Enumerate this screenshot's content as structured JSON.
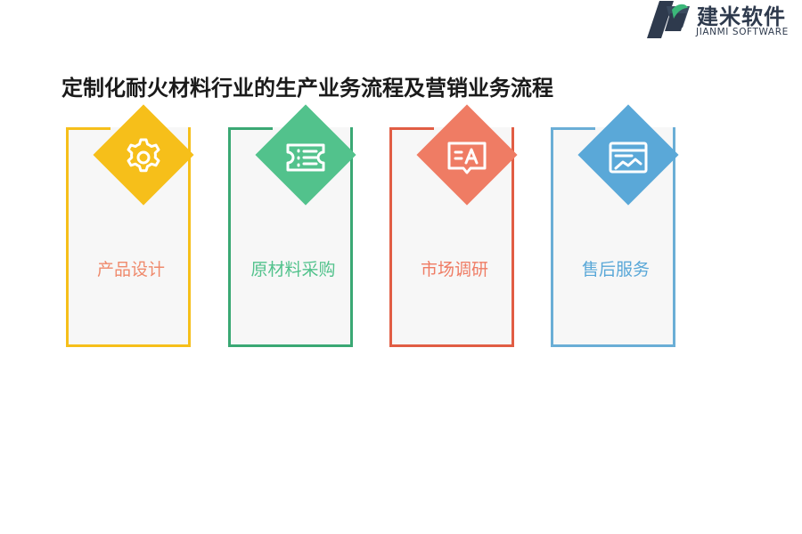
{
  "brand": {
    "name_cn": "建米软件",
    "name_en": "JIANMI SOFTWARE",
    "logo_icon": "jianmi-logo-mark"
  },
  "title": "定制化耐火材料行业的生产业务流程及营销业务流程",
  "cards": [
    {
      "label": "产品设计",
      "icon": "gear-icon",
      "accent": "#f6bf1a",
      "label_color": "#ef8a6c"
    },
    {
      "label": "原材料采购",
      "icon": "ticket-list-icon",
      "accent": "#52c28c",
      "label_color": "#52c28c"
    },
    {
      "label": "市场调研",
      "icon": "chat-text-icon",
      "accent": "#ef7c64",
      "label_color": "#ef7c64"
    },
    {
      "label": "售后服务",
      "icon": "browser-chart-icon",
      "accent": "#5aa8d8",
      "label_color": "#5aa8d8"
    }
  ],
  "colors": {
    "card_border_0": "#f6bf1a",
    "card_border_1": "#3aa874",
    "card_border_2": "#e15d44",
    "card_border_3": "#6aaed6"
  }
}
